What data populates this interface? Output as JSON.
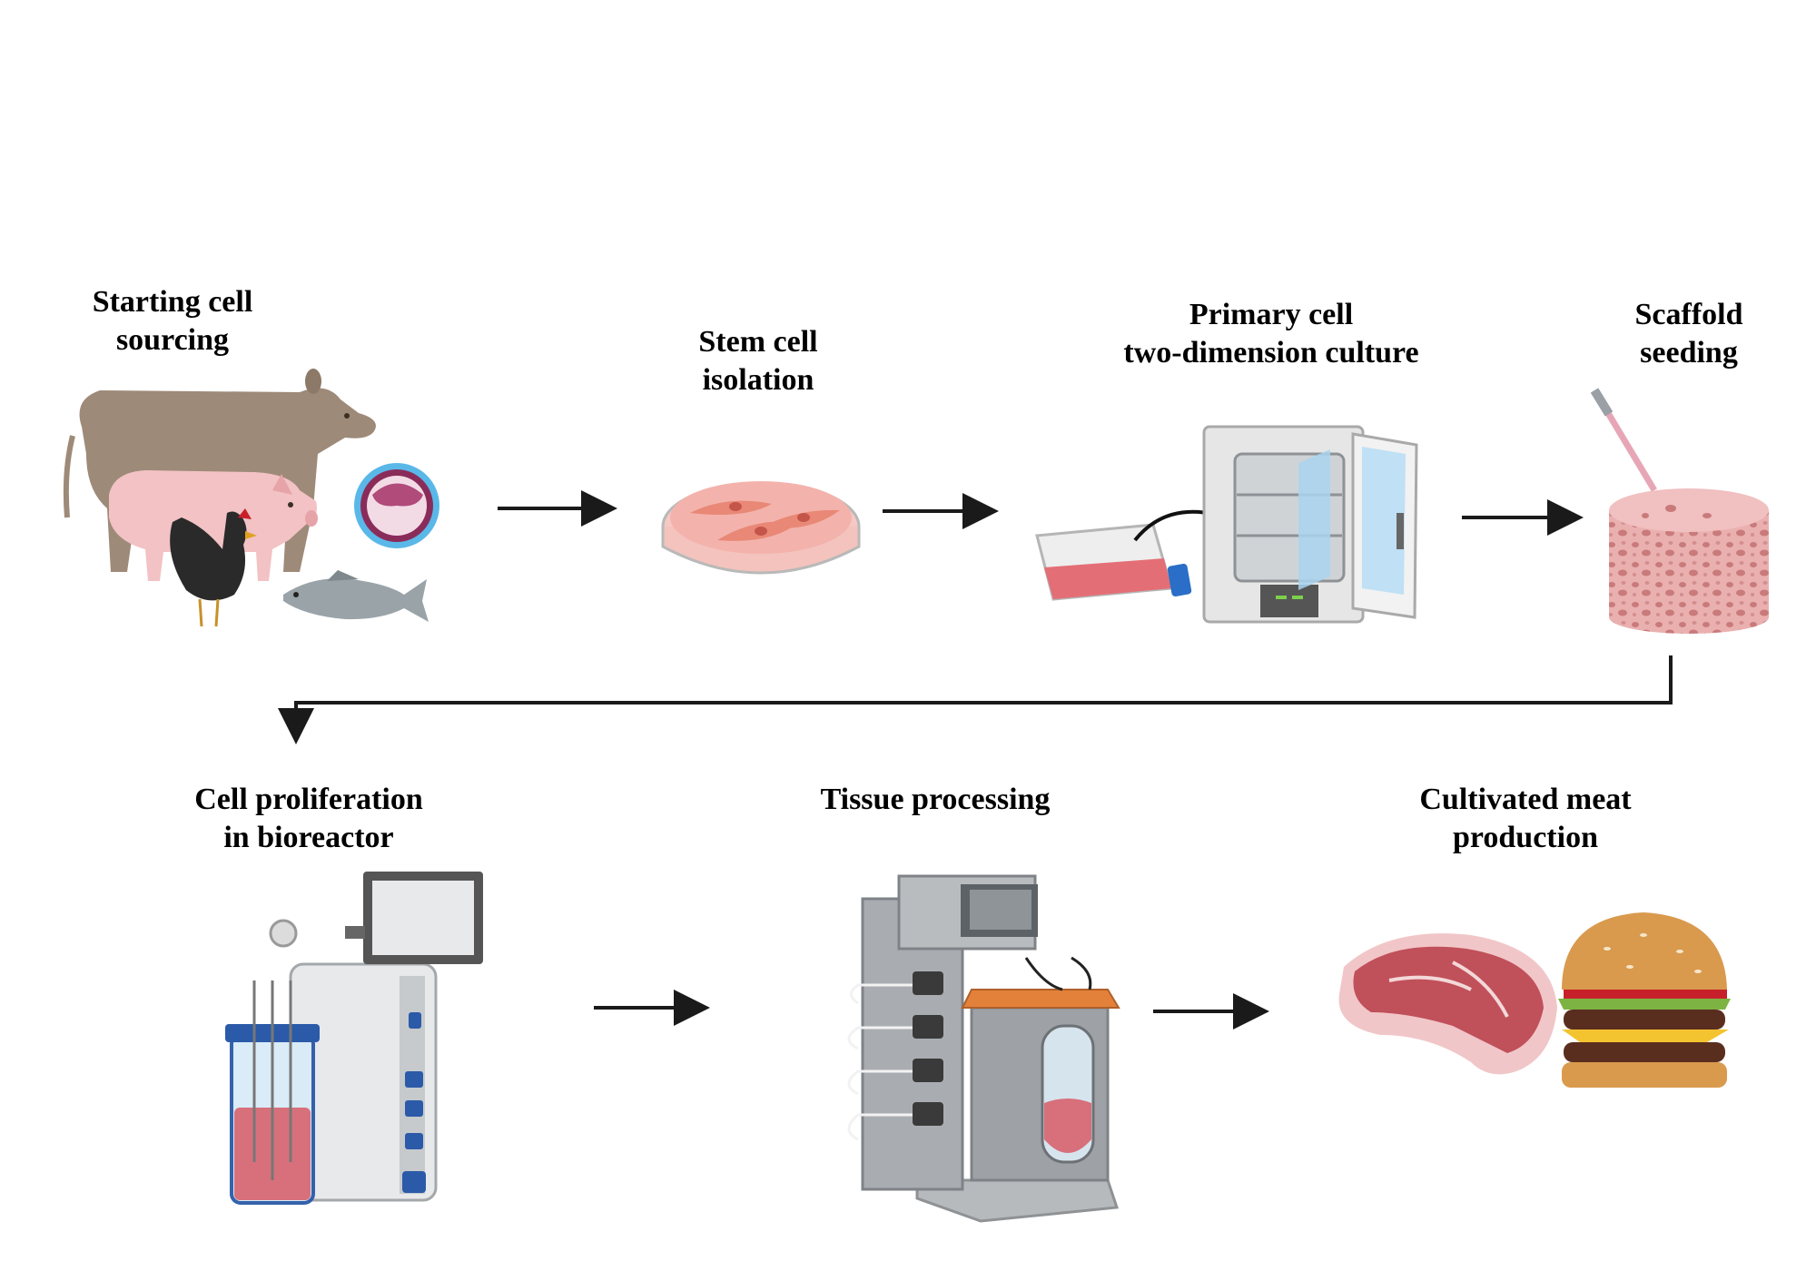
{
  "steps": {
    "sourcing": {
      "line1": "Starting cell",
      "line2": "sourcing"
    },
    "isolation": {
      "line1": "Stem cell",
      "line2": "isolation"
    },
    "culture": {
      "line1": "Primary cell",
      "line2": "two-dimension culture"
    },
    "seeding": {
      "line1": "Scaffold",
      "line2": "seeding"
    },
    "proliferation": {
      "line1": "Cell proliferation",
      "line2": "in bioreactor"
    },
    "processing": {
      "line1": "Tissue processing"
    },
    "production": {
      "line1": "Cultivated meat",
      "line2": "production"
    }
  },
  "colors": {
    "arrow": "#1a1a1a",
    "media_pink": "#e07a7a",
    "cow": "#9e8a78",
    "pig": "#f2c2c4",
    "chicken": "#2a2a2a",
    "fish": "#9aa3a8",
    "steel": "#c9cdd0",
    "bioreactor_blue": "#2b5aa8",
    "bun": "#d99a4e",
    "meat": "#c0505a"
  }
}
